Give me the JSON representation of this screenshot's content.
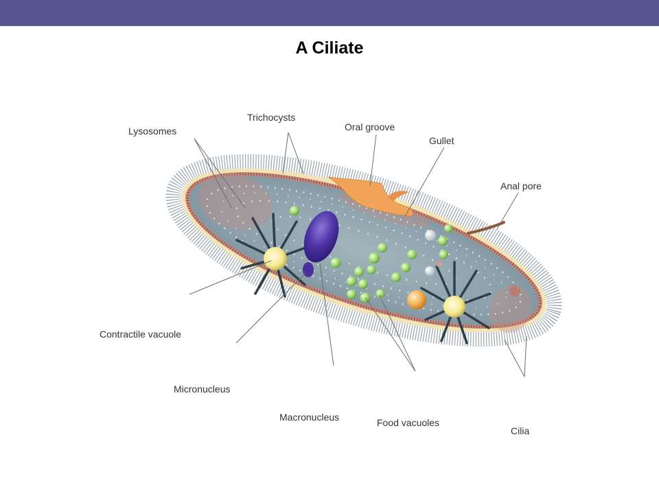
{
  "header": {
    "bar_color": "#575592",
    "title": "A Ciliate"
  },
  "labels": {
    "trichocysts": "Trichocysts",
    "oral_groove": "Oral groove",
    "lysosomes": "Lysosomes",
    "gullet": "Gullet",
    "anal_pore": "Anal pore",
    "contractile_vacuole": "Contractile vacuole",
    "micronucleus": "Micronucleus",
    "macronucleus": "Macronucleus",
    "food_vacuoles": "Food vacuoles",
    "cilia": "Cilia"
  },
  "colors": {
    "cytoplasm": "#8ea3ad",
    "pellicle": "#f1e3b4",
    "membrane": "#b9564f",
    "oral_groove": "#f2a55a",
    "macronucleus": "#4a2f9c",
    "food_vacuole": "#9fd872",
    "contractile_vacuole": "#f7ec9b"
  }
}
